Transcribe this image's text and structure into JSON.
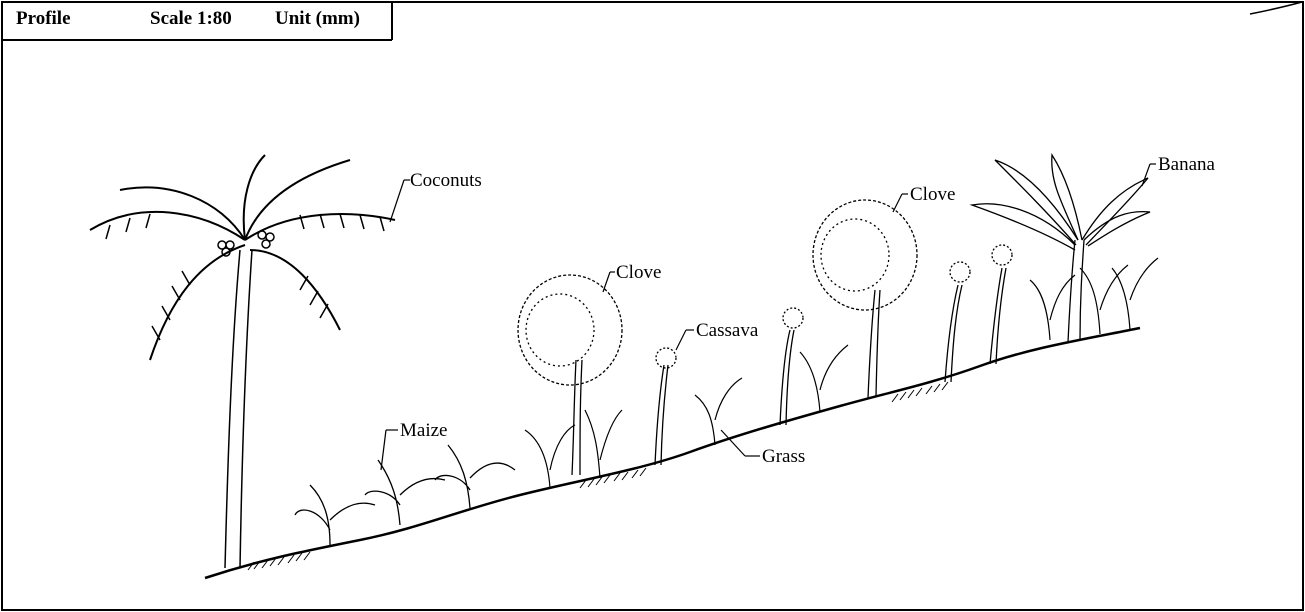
{
  "header": {
    "title": "Profile",
    "scale": "Scale 1:80",
    "unit": "Unit (mm)"
  },
  "labels": {
    "coconuts": "Coconuts",
    "maize": "Maize",
    "clove_1": "Clove",
    "cassava": "Cassava",
    "clove_2": "Clove",
    "banana": "Banana",
    "grass": "Grass"
  }
}
